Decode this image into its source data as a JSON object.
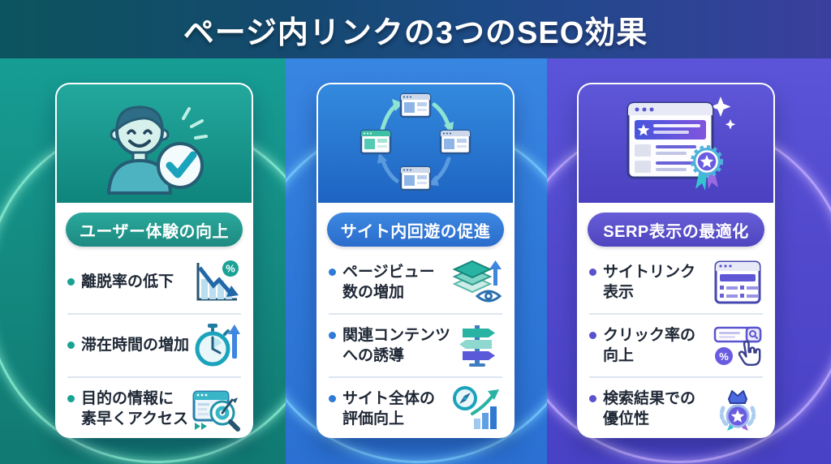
{
  "title": "ページ内リンクの3つのSEO効果",
  "colors": {
    "header_gradient": [
      "#0c545e",
      "#3a3f9e"
    ],
    "band_teal": "#148a80",
    "band_blue": "#2f78d8",
    "band_purple": "#5148cc",
    "glow_teal": "#8df0d4",
    "glow_blue": "#79ccff",
    "glow_purple": "#c2adff",
    "text_dark": "#1e2735"
  },
  "cards": [
    {
      "theme": "teal",
      "accent_color": "#1aa295",
      "label": "ユーザー体験の向上",
      "illustration": "user-with-checkmark",
      "items": [
        {
          "text": "離脱率の低下",
          "icon": "declining-chart-percent-icon",
          "icon_text": "%"
        },
        {
          "text": "滞在時間の増加",
          "icon": "stopwatch-up-arrow-icon"
        },
        {
          "text": "目的の情報に\n素早くアクセス",
          "icon": "browser-target-search-icon"
        }
      ]
    },
    {
      "theme": "blue",
      "accent_color": "#2f7ad6",
      "label": "サイト内回遊の促進",
      "illustration": "linked-pages-cycle",
      "items": [
        {
          "text": "ページビュー\n数の増加",
          "icon": "layers-eye-up-arrow-icon"
        },
        {
          "text": "関連コンテンツ\nへの誘導",
          "icon": "signpost-icon"
        },
        {
          "text": "サイト全体の\n評価向上",
          "icon": "compass-growth-chart-icon"
        }
      ]
    },
    {
      "theme": "purple",
      "accent_color": "#5a52cc",
      "label": "SERP表示の最適化",
      "illustration": "search-result-award",
      "items": [
        {
          "text": "サイトリンク\n表示",
          "icon": "browser-sitelinks-icon"
        },
        {
          "text": "クリック率の\n向上",
          "icon": "search-bar-click-percent-icon",
          "icon_text": "%"
        },
        {
          "text": "検索結果での\n優位性",
          "icon": "crown-medal-icon"
        }
      ]
    }
  ]
}
